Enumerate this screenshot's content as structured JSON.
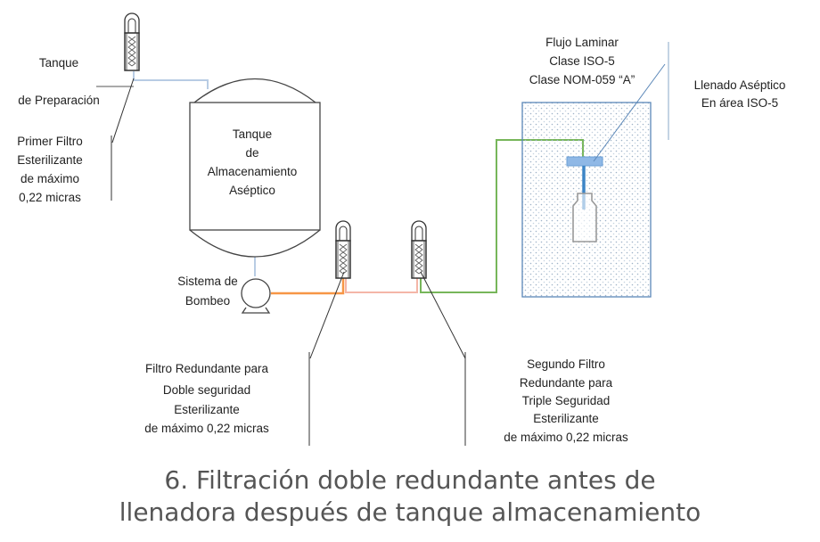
{
  "labels": {
    "prep_tank": [
      "Tanque",
      "de Preparación"
    ],
    "first_filter": [
      "Primer Filtro",
      "Esterilizante",
      "de máximo",
      "0,22 micras"
    ],
    "storage_tank": [
      "Tanque",
      "de",
      "Almacenamiento",
      "Aséptico"
    ],
    "pump": [
      "Sistema de",
      "Bombeo"
    ],
    "laminar_flow": [
      "Flujo Laminar",
      "Clase ISO-5",
      "Clase NOM-059 “A”"
    ],
    "aseptic_fill": [
      "Llenado Aséptico",
      "En área ISO-5"
    ],
    "redundant_filter": [
      "Filtro Redundante para",
      "Doble seguridad",
      "Esterilizante",
      "de máximo 0,22 micras"
    ],
    "second_redundant_filter": [
      "Segundo Filtro",
      "Redundante para",
      "Triple Seguridad",
      "Esterilizante",
      "de máximo 0,22 micras"
    ]
  },
  "caption": [
    "6. Filtración doble redundante antes de",
    "llenadora después de tanque almacenamiento"
  ],
  "colors": {
    "pipe_blue": "#b8cce4",
    "pipe_orange": "#f79646",
    "pipe_pink": "#f4b6a8",
    "pipe_green": "#77b65a",
    "hood": "#5b87b8",
    "nozzle": "#3d85c6"
  }
}
